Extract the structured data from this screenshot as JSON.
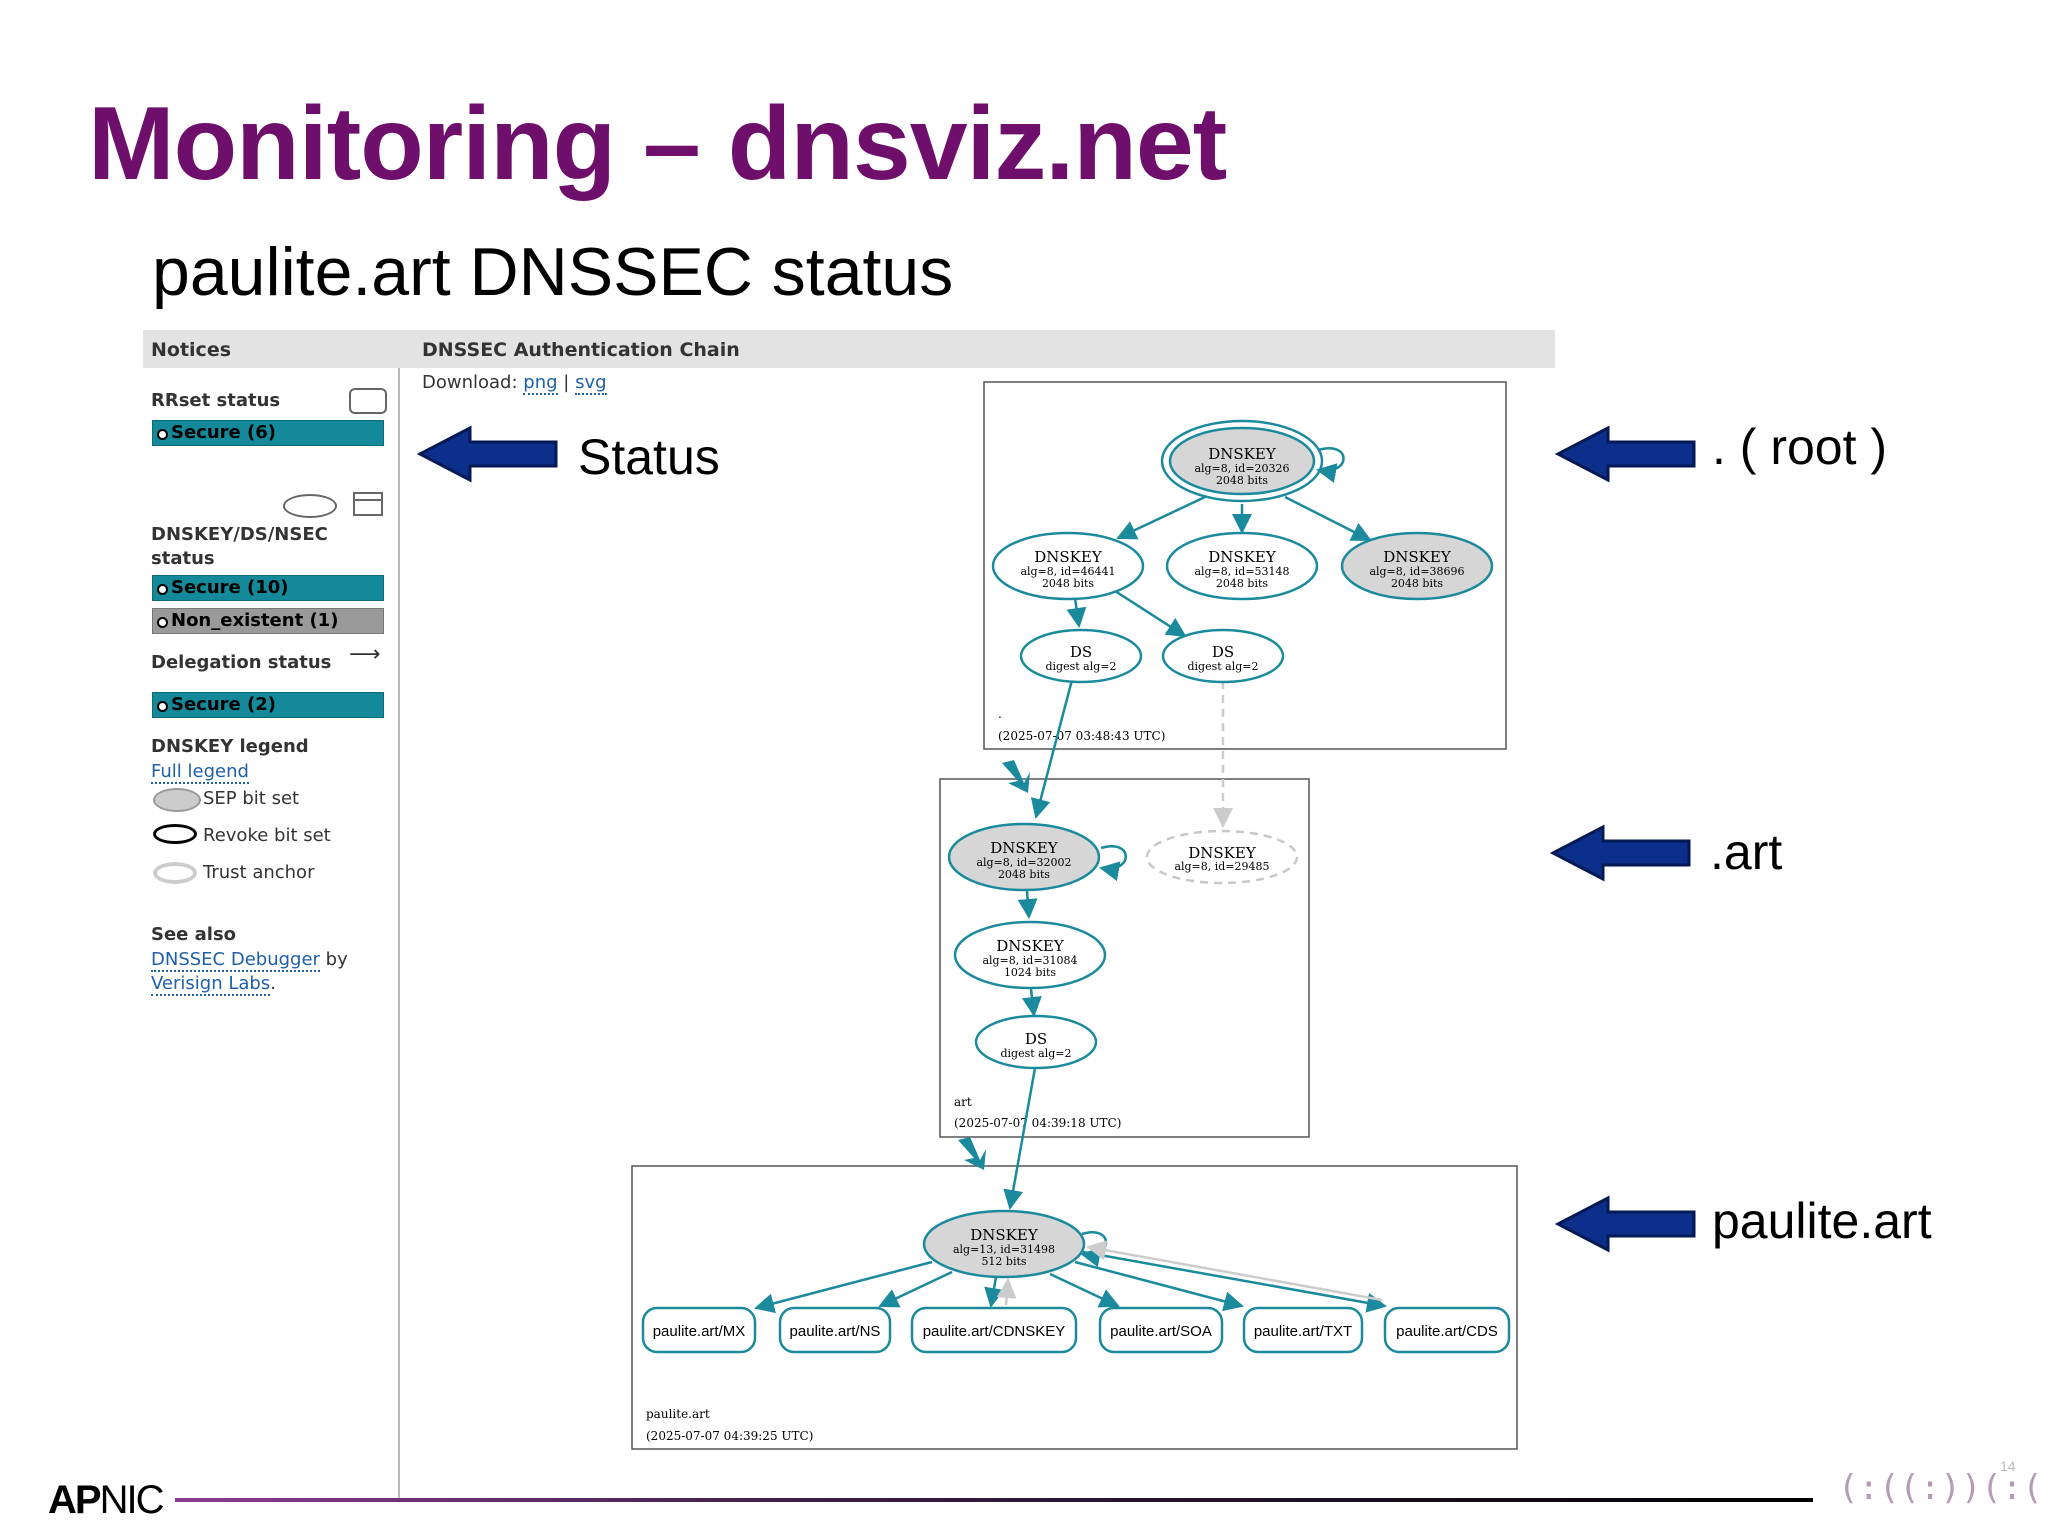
{
  "slide": {
    "title": "Monitoring – dnsviz.net",
    "subtitle": "paulite.art DNSSEC status",
    "page_number": "14",
    "footer_brand_bold": "AP",
    "footer_brand_rest": "NIC",
    "footer_logo": "(:((:))(:((:)",
    "title_color": "#6d0f6b",
    "arrow_color": "#0b2f8a"
  },
  "panel_headers": {
    "notices": "Notices",
    "chain": "DNSSEC Authentication Chain"
  },
  "download": {
    "prefix": "Download:",
    "png": "png",
    "sep": "|",
    "svg": "svg"
  },
  "sidebar": {
    "rrset_title": "RRset status",
    "rrset_secure": "Secure (6)",
    "dnskey_title_1": "DNSKEY/DS/NSEC",
    "dnskey_title_2": "status",
    "dnskey_secure": "Secure (10)",
    "dnskey_nonexistent": "Non_existent (1)",
    "delegation_title": "Delegation status",
    "delegation_secure": "Secure (2)",
    "legend_title": "DNSKEY legend",
    "full_legend": "Full legend",
    "sep_bit": "SEP bit set",
    "revoke_bit": "Revoke bit set",
    "trust_anchor": "Trust anchor",
    "see_also": "See also",
    "debugger_link": "DNSSEC Debugger",
    "debugger_by": " by",
    "verisign": "Verisign Labs",
    "verisign_dot": "."
  },
  "annotations": {
    "status": "Status",
    "root": ".  ( root )",
    "art": ".art",
    "paulite": "paulite.art"
  },
  "graph": {
    "root_zone": {
      "label": ".",
      "timestamp": "(2025-07-07 03:48:43 UTC)",
      "ksk": {
        "title": "DNSKEY",
        "line1": "alg=8, id=20326",
        "line2": "2048 bits"
      },
      "zsk1": {
        "title": "DNSKEY",
        "line1": "alg=8, id=46441",
        "line2": "2048 bits"
      },
      "zsk2": {
        "title": "DNSKEY",
        "line1": "alg=8, id=53148",
        "line2": "2048 bits"
      },
      "zsk3": {
        "title": "DNSKEY",
        "line1": "alg=8, id=38696",
        "line2": "2048 bits"
      },
      "ds1": {
        "title": "DS",
        "line1": "digest alg=2"
      },
      "ds2": {
        "title": "DS",
        "line1": "digest alg=2"
      }
    },
    "art_zone": {
      "label": "art",
      "timestamp": "(2025-07-07 04:39:18 UTC)",
      "ksk": {
        "title": "DNSKEY",
        "line1": "alg=8, id=32002",
        "line2": "2048 bits"
      },
      "missing": {
        "title": "DNSKEY",
        "line1": "alg=8, id=29485"
      },
      "zsk": {
        "title": "DNSKEY",
        "line1": "alg=8, id=31084",
        "line2": "1024 bits"
      },
      "ds": {
        "title": "DS",
        "line1": "digest alg=2"
      }
    },
    "paulite_zone": {
      "label": "paulite.art",
      "timestamp": "(2025-07-07 04:39:25 UTC)",
      "key": {
        "title": "DNSKEY",
        "line1": "alg=13, id=31498",
        "line2": "512 bits"
      },
      "records": [
        "paulite.art/MX",
        "paulite.art/NS",
        "paulite.art/CDNSKEY",
        "paulite.art/SOA",
        "paulite.art/TXT",
        "paulite.art/CDS"
      ]
    }
  }
}
